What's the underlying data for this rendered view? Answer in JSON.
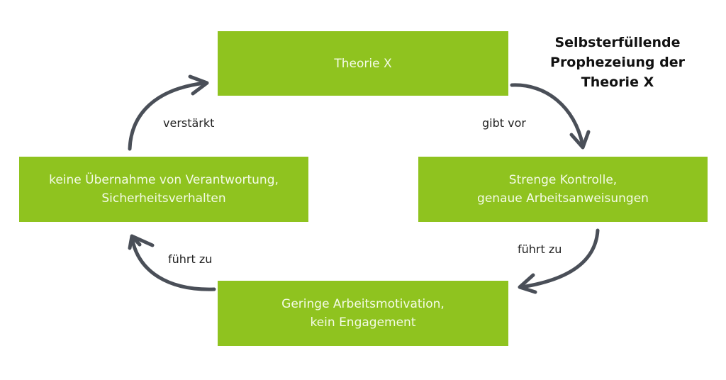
{
  "title": {
    "lines": [
      "Selbsterfüllende",
      "Prophezeiung der",
      "Theorie X"
    ]
  },
  "nodes": {
    "top": {
      "lines": [
        "Theorie X"
      ]
    },
    "right": {
      "lines": [
        "Strenge Kontrolle,",
        "genaue Arbeitsanweisungen"
      ]
    },
    "bottom": {
      "lines": [
        "Geringe Arbeitsmotivation,",
        "kein Engagement"
      ]
    },
    "left": {
      "lines": [
        "keine Übernahme von Verantwortung,",
        "Sicherheitsverhalten"
      ]
    }
  },
  "edges": {
    "top_to_right": "gibt vor",
    "right_to_bottom": "führt zu",
    "bottom_to_left": "führt zu",
    "left_to_top": "verstärkt"
  },
  "colors": {
    "box_fill": "#8fc31f",
    "box_text": "#f4fbe6",
    "arrow": "#4a4f58"
  }
}
